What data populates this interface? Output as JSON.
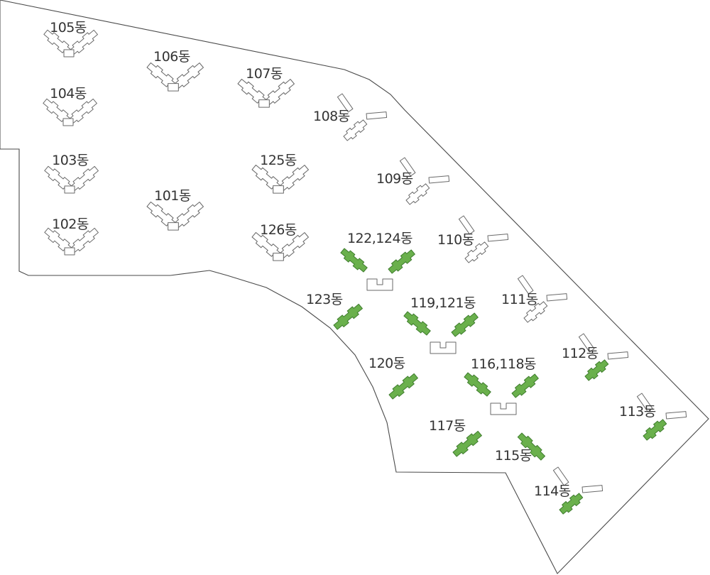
{
  "colors": {
    "background": "#ffffff",
    "boundary": "#4a4a4a",
    "outline": "#6a6a6a",
    "highlight": "#6ab04c",
    "label": "#333333"
  },
  "buildings": [
    {
      "id": "b105",
      "label": "105동",
      "shape": "chevron",
      "highlight": false
    },
    {
      "id": "b104",
      "label": "104동",
      "shape": "chevron",
      "highlight": false
    },
    {
      "id": "b103",
      "label": "103동",
      "shape": "chevron",
      "highlight": false
    },
    {
      "id": "b102",
      "label": "102동",
      "shape": "chevron",
      "highlight": false
    },
    {
      "id": "b106",
      "label": "106동",
      "shape": "chevron",
      "highlight": false
    },
    {
      "id": "b101",
      "label": "101동",
      "shape": "chevron",
      "highlight": false
    },
    {
      "id": "b107",
      "label": "107동",
      "shape": "chevron",
      "highlight": false
    },
    {
      "id": "b125",
      "label": "125동",
      "shape": "chevron",
      "highlight": false
    },
    {
      "id": "b126",
      "label": "126동",
      "shape": "chevron",
      "highlight": false
    },
    {
      "id": "b108",
      "label": "108동",
      "shape": "tri",
      "highlight": false
    },
    {
      "id": "b109",
      "label": "109동",
      "shape": "tri",
      "highlight": false
    },
    {
      "id": "b110",
      "label": "110동",
      "shape": "tri",
      "highlight": false
    },
    {
      "id": "b111",
      "label": "111동",
      "shape": "tri",
      "highlight": false
    },
    {
      "id": "b112",
      "label": "112동",
      "shape": "tri",
      "highlight": true
    },
    {
      "id": "b113",
      "label": "113동",
      "shape": "tri",
      "highlight": true
    },
    {
      "id": "b114",
      "label": "114동",
      "shape": "tri",
      "highlight": true
    },
    {
      "id": "b122124",
      "label": "122,124동",
      "shape": "pair",
      "highlight": true
    },
    {
      "id": "b119121",
      "label": "119,121동",
      "shape": "pair",
      "highlight": true
    },
    {
      "id": "b116118",
      "label": "116,118동",
      "shape": "pair",
      "highlight": true
    },
    {
      "id": "b123",
      "label": "123동",
      "shape": "bar",
      "highlight": true
    },
    {
      "id": "b120",
      "label": "120동",
      "shape": "bar",
      "highlight": true
    },
    {
      "id": "b117",
      "label": "117동",
      "shape": "bar",
      "highlight": true
    },
    {
      "id": "b115",
      "label": "115동",
      "shape": "bar-rev",
      "highlight": true
    }
  ]
}
